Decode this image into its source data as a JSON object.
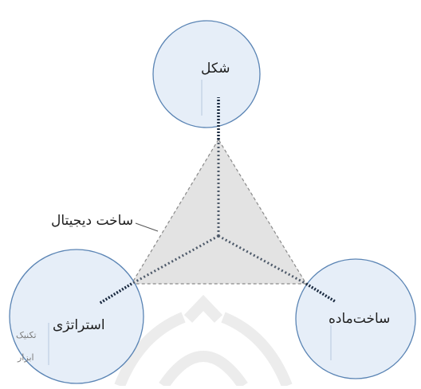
{
  "diagram": {
    "nodes": {
      "top": {
        "label": "شکل"
      },
      "left": {
        "label": "استراتژی",
        "sub_labels": [
          "تکنیک",
          "ابزار"
        ]
      },
      "right": {
        "label": "ساخت‌ماده"
      }
    },
    "center_label": "ساخت دیجیتال"
  },
  "colors": {
    "circle_fill": "#e6eef8",
    "circle_stroke": "#5a84b4",
    "triangle_fill": "#e3e3e3",
    "triangle_stroke": "#8a8a8a",
    "connector": "#1a2a40",
    "accent_tick": "#b7c8de"
  }
}
